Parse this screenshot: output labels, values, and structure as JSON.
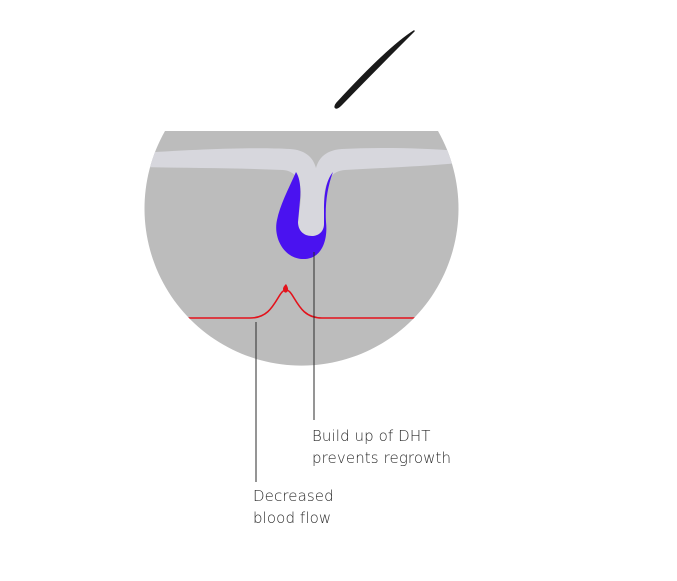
{
  "labels": {
    "dht": {
      "line1": "Build up of DHT",
      "line2": "prevents regrowth"
    },
    "blood_flow": {
      "line1": "Decreased",
      "line2": "blood flow"
    }
  },
  "colors": {
    "skin_tissue": "#bcbcbc",
    "epidermis": "#d7d7dd",
    "dht_follicle": "#4a12f0",
    "blood_vessel": "#e3121b",
    "hair": "#1a1a1a",
    "leader_line": "#2b2b2b",
    "text": "#2b2b2b"
  },
  "icons": {
    "hair": "hair-strand-icon"
  }
}
